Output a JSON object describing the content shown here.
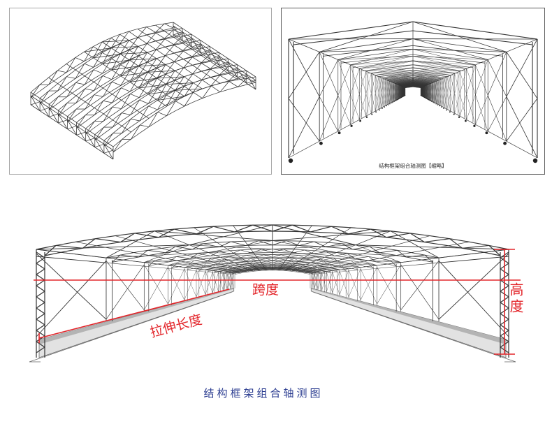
{
  "figure": {
    "thumbnail_right": {
      "caption": "结构框架组合轴测图【缩略】"
    },
    "main": {
      "labels": {
        "span": "跨度",
        "height": "高度",
        "stretch_length": "拉伸长度"
      },
      "caption": "结构框架组合轴测图"
    }
  },
  "colors": {
    "annotation": "#e3262b",
    "caption": "#283a8f",
    "frame_line": "#333333",
    "track_fill": "#e2e2e2",
    "track_edge": "#b4b4b4"
  }
}
